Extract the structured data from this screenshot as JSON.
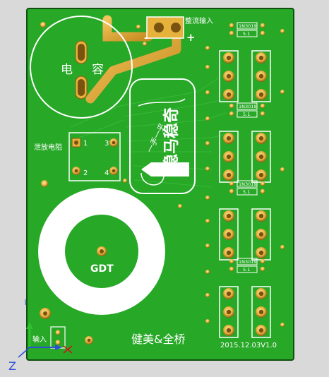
{
  "colors": {
    "background": "#d9d9d9",
    "board": "#27a827",
    "board_dark": "#1b7f1b",
    "board_edge": "#0f4f0f",
    "gold": "#e7b23c",
    "gold_dark": "#8a5a13",
    "silk": "#ffffff",
    "axis_x": "#d01616",
    "axis_y": "#2fbf2f",
    "axis_z": "#2f4fd8"
  },
  "labels": {
    "cap_left": "电",
    "cap_right": "容",
    "power_input": "整流输入",
    "minus": "-",
    "plus": "+",
    "bleeder": "泄放电阻",
    "pin1": "1",
    "pin2": "2",
    "pin3": "3",
    "pin4": "4",
    "logo_script": "一手一乎",
    "logo_main": "稳马稳奇",
    "gdt": "GDT",
    "input": "输入",
    "credit": "健美&全桥",
    "version": "2015.12.03V1.0",
    "part_value": "5.1",
    "part_number": "1N3019",
    "axis_z": "Z"
  }
}
